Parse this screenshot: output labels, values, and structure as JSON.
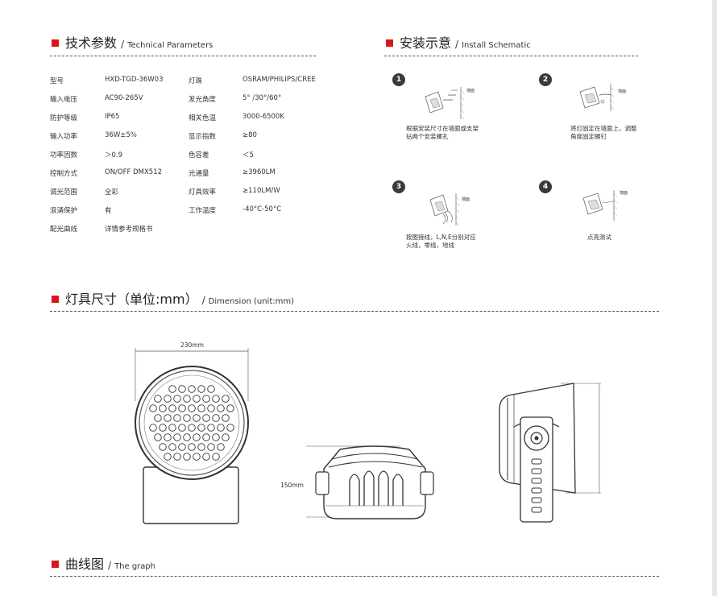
{
  "sections": {
    "tech": {
      "zh": "技术参数",
      "en": "Technical Parameters"
    },
    "install": {
      "zh": "安装示意",
      "en": "Install Schematic"
    },
    "dimension": {
      "zh": "灯具尺寸（单位:mm）",
      "en": "Dimension (unit:mm)"
    },
    "graph": {
      "zh": "曲线图",
      "en": "The graph"
    },
    "slash": "/"
  },
  "specs": {
    "left": [
      {
        "label": "型号",
        "value": "HXD-TGD-36W03"
      },
      {
        "label": "输入电压",
        "value": "AC90-265V"
      },
      {
        "label": "防护等级",
        "value": "IP65"
      },
      {
        "label": "输入功率",
        "value": "36W±5%"
      },
      {
        "label": "功率因数",
        "value": "＞0.9"
      },
      {
        "label": "控制方式",
        "value": "ON/OFF  DMX512"
      },
      {
        "label": "调光范围",
        "value": "全彩"
      },
      {
        "label": "浪涌保护",
        "value": "有"
      },
      {
        "label": "配光曲线",
        "value": "详情参考规格书"
      }
    ],
    "right": [
      {
        "label": "灯珠",
        "value": "OSRAM/PHILIPS/CREE"
      },
      {
        "label": "发光角度",
        "value": "5° /30°/60°"
      },
      {
        "label": "相关色温",
        "value": "3000-6500K"
      },
      {
        "label": "显示指数",
        "value": "≥80"
      },
      {
        "label": "色容差",
        "value": "＜5"
      },
      {
        "label": "光通量",
        "value": "≥3960LM"
      },
      {
        "label": "灯具效率",
        "value": "≥110LM/W"
      },
      {
        "label": "工作温度",
        "value": "-40°C-50°C"
      }
    ]
  },
  "install_steps": [
    {
      "num": "1",
      "text": "根据安装尺寸在墙面或支架\n钻两个安装螺孔",
      "wall": "墙面"
    },
    {
      "num": "2",
      "text": "将灯固定在墙面上，调整\n角度固定螺钉",
      "wall": "墙面"
    },
    {
      "num": "3",
      "text": "按图接线，L,N,E分别对应\n火线，零线，地线",
      "wall": "墙面"
    },
    {
      "num": "4",
      "text": "点亮测试",
      "wall": "墙面"
    }
  ],
  "dimensions": {
    "width": "230mm",
    "height": "150mm"
  },
  "colors": {
    "accent": "#d9161c",
    "text": "#333333",
    "line": "#555555"
  }
}
